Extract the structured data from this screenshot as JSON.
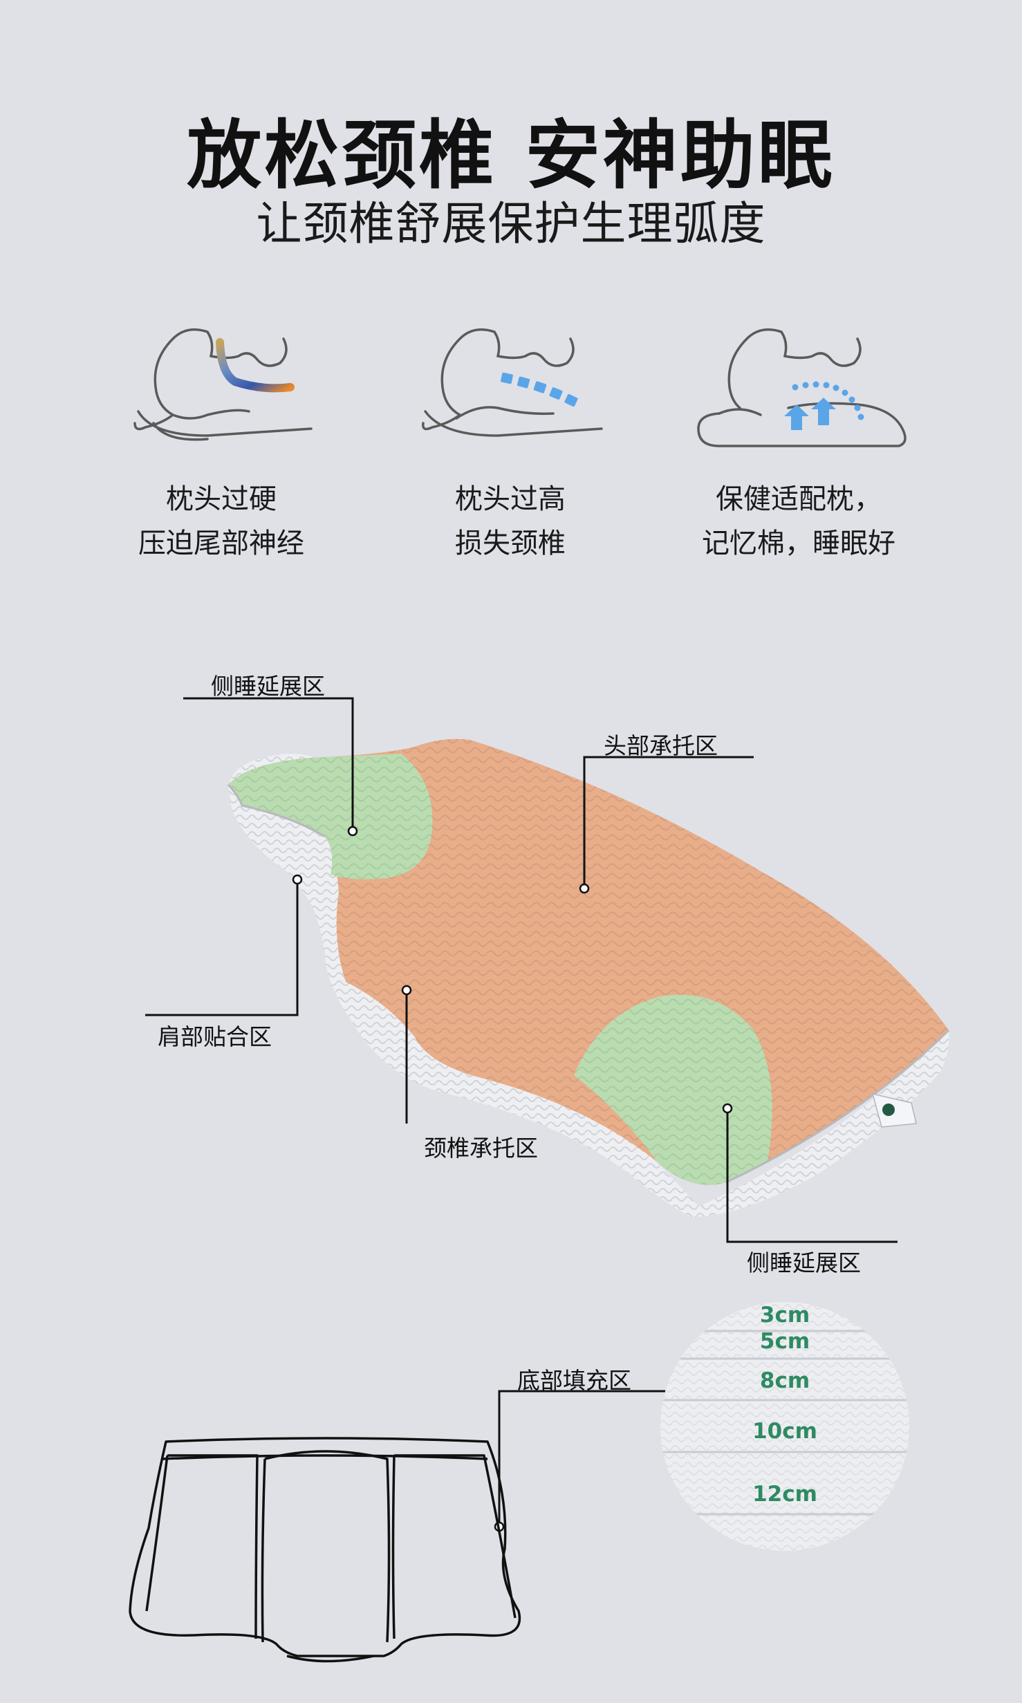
{
  "header": {
    "title": "放松颈椎  安神助眠",
    "subtitle": "让颈椎舒展保护生理弧度"
  },
  "comparison": [
    {
      "line1": "枕头过硬",
      "line2": "压迫尾部神经",
      "icon": "hard-pillow-icon"
    },
    {
      "line1": "枕头过高",
      "line2": "损失颈椎",
      "icon": "high-pillow-icon"
    },
    {
      "line1": "保健适配枕，",
      "line2": "记忆棉，睡眠好",
      "icon": "fitted-pillow-icon"
    }
  ],
  "zones": {
    "side_sleep_top": "侧睡延展区",
    "head_support": "头部承托区",
    "shoulder_fit": "肩部贴合区",
    "neck_support": "颈椎承托区",
    "side_sleep_bottom": "侧睡延展区",
    "bottom_fill": "底部填充区"
  },
  "layers": [
    "3cm",
    "5cm",
    "8cm",
    "10cm",
    "12cm"
  ],
  "colors": {
    "background": "#dfe1e7",
    "orange_zone": "#e8ad89",
    "green_zone": "#b9dcb0",
    "pillow_edge": "#eeeff2",
    "accent_blue": "#4f9fe0",
    "layer_text": "#2e8a62"
  }
}
